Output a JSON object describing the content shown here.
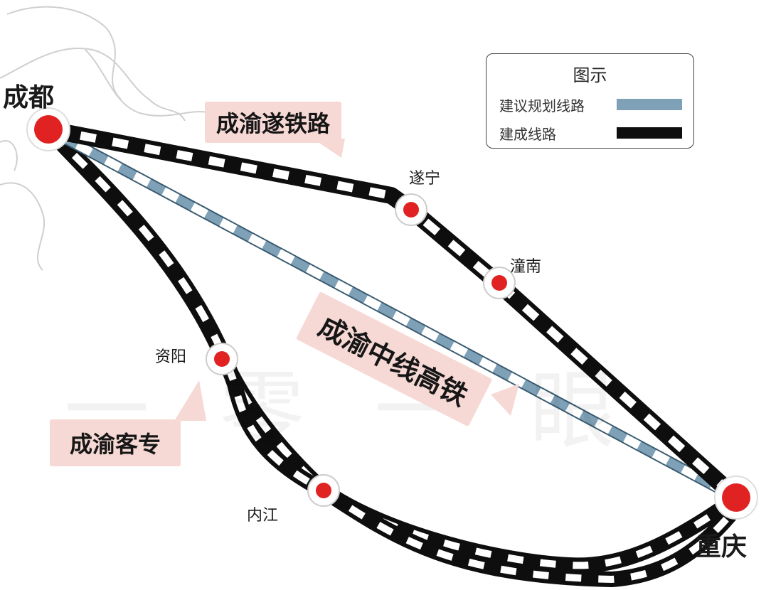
{
  "cities": {
    "chengdu": "成都",
    "chongqing": "重庆"
  },
  "stations": {
    "suining": "遂宁",
    "tongnan": "潼南",
    "ziyang": "资阳",
    "neijiang": "内江"
  },
  "callouts": {
    "chengyu_suisui_railway": "成渝遂铁路",
    "chengyu_middle_hsr": "成渝中线高铁",
    "chengyu_passenger_line": "成渝客专"
  },
  "legend": {
    "title": "图示",
    "planned": "建议规划线路",
    "built": "建成线路"
  },
  "watermark": "一 零 一 眼",
  "colors": {
    "built_line": "#0e0e0e",
    "planned_line": "#7fa1b8",
    "station": "#e02222",
    "callout_bg": "#f6d9d4"
  }
}
